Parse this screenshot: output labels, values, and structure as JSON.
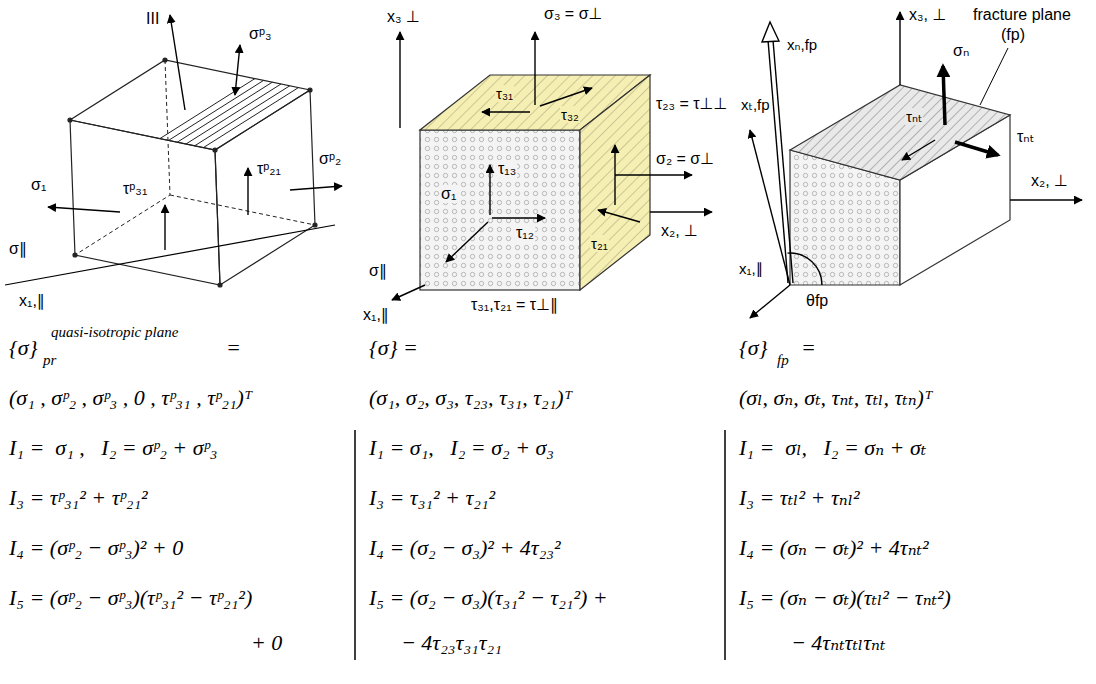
{
  "diagram": {
    "labels": [
      "III",
      "σᵖ₃",
      "σ₁",
      "τᵖ₃₁",
      "τᵖ₂₁",
      "σᵖ₂",
      "σ∥",
      "x₁,∥",
      "x₃ ⊥",
      "σ₃ = σ⊥",
      "τ₃₁",
      "τ₃₂",
      "τ₂₃ = τ⊥⊥",
      "τ₁₃",
      "σ₂ = σ⊥",
      "σ₁",
      "τ₁₂",
      "τ₂₁",
      "x₂, ⊥",
      "σ∥",
      "x₁,∥",
      "τ₃₁,τ₂₁ = τ⊥∥",
      "x₃, ⊥",
      "fracture plane",
      "(fp)",
      "xₙ,fp",
      "σₙ",
      "xₜ,fp",
      "τₙₜ",
      "τₙₜ",
      "x₂, ⊥",
      "x₁,∥",
      "θfp",
      "{σ}",
      "quasi-isotropic plane",
      "pr",
      "=",
      "(σ₁ , σᵖ₂ , σᵖ₃ , 0 , τᵖ₃₁ , τᵖ₂₁)ᵀ",
      "I₁ =  σ₁ ,   I₂ = σᵖ₂ + σᵖ₃",
      "I₃ = τᵖ₃₁² + τᵖ₂₁²",
      "I₄ = (σᵖ₂ − σᵖ₃)² + 0",
      "I₅ = (σᵖ₂ − σᵖ₃)(τᵖ₃₁² − τᵖ₂₁²)",
      "+ 0",
      "{σ} =",
      "(σ₁, σ₂, σ₃, τ₂₃, τ₃₁, τ₂₁)ᵀ",
      "I₁ = σ₁,   I₂ = σ₂ + σ₃",
      "I₃ = τ₃₁² + τ₂₁²",
      "I₄ = (σ₂ − σ₃)² + 4τ₂₃²",
      "I₅ = (σ₂ − σ₃)(τ₃₁² − τ₂₁²) +",
      "− 4τ₂₃τ₃₁τ₂₁",
      "{σ}",
      "fp",
      "=",
      "(σₗ, σₙ, σₜ, τₙₜ, τₜₗ, τₜₙ)ᵀ",
      "I₁ =  σₗ,   I₂ = σₙ + σₜ",
      "I₃ = τₜₗ² + τₙₗ²",
      "I₄ = (σₙ − σₜ)² + 4τₙₜ²",
      "I₅ = (σₙ − σₜ)(τₜₗ² − τₙₜ²)",
      "− 4τₙₜτₜₗτₙₜ"
    ]
  }
}
